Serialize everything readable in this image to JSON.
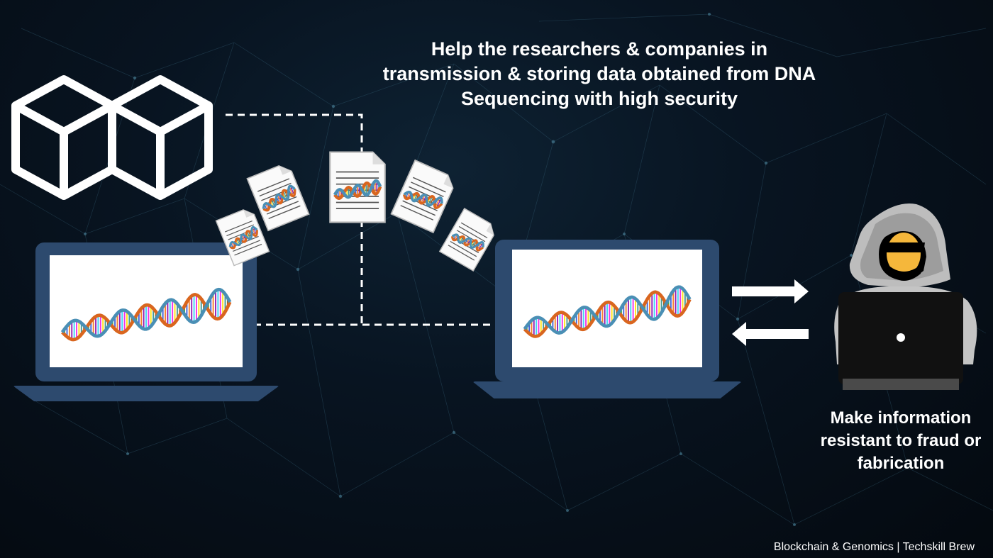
{
  "headline": {
    "line1": "Help the researchers & companies in",
    "line2": "transmission & storing data obtained from DNA",
    "line3": "Sequencing with high security"
  },
  "caption": {
    "line1": "Make information",
    "line2": "resistant to fraud or",
    "line3": "fabrication"
  },
  "credit": {
    "topic": "Blockchain & Genomics",
    "separator": "|",
    "brand": "Techskill Brew"
  },
  "icons": [
    "blockchain-cubes-icon",
    "laptop-icon",
    "dna-helix-icon",
    "document-icon",
    "arrow-right-icon",
    "arrow-left-icon",
    "hacker-icon"
  ],
  "colors": {
    "background": "#050b14",
    "laptop": "#2d4a6e",
    "helix_backbone": "#d9661f",
    "hood": "#b9b9b9",
    "face": "#f5b73b"
  }
}
